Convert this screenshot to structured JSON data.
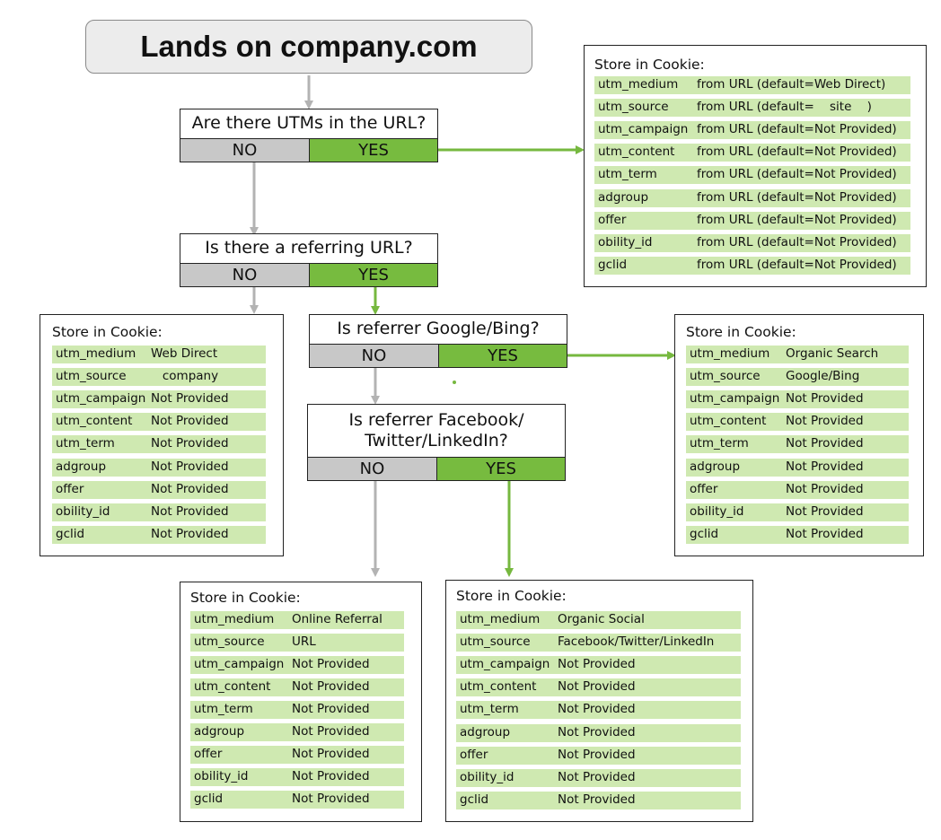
{
  "start": {
    "label": "Lands on company.com"
  },
  "questions": {
    "q1": {
      "text": "Are there UTMs in the URL?",
      "no": "NO",
      "yes": "YES"
    },
    "q2": {
      "text": "Is there a referring URL?",
      "no": "NO",
      "yes": "YES"
    },
    "q3": {
      "text": "Is referrer Google/Bing?",
      "no": "NO",
      "yes": "YES"
    },
    "q4": {
      "text": "Is referrer Facebook/ Twitter/LinkedIn?",
      "no": "NO",
      "yes": "YES"
    }
  },
  "boxes": {
    "utm_url": {
      "title": "Store in Cookie:",
      "rows": [
        {
          "key": "utm_medium",
          "value": "from URL (default=Web Direct)"
        },
        {
          "key": "utm_source",
          "value": "from URL (default=    site    )"
        },
        {
          "key": "utm_campaign",
          "value": "from URL (default=Not Provided)"
        },
        {
          "key": "utm_content",
          "value": "from URL (default=Not Provided)"
        },
        {
          "key": "utm_term",
          "value": "from URL (default=Not Provided)"
        },
        {
          "key": "adgroup",
          "value": "from URL (default=Not Provided)"
        },
        {
          "key": "offer",
          "value": "from URL (default=Not Provided)"
        },
        {
          "key": "obility_id",
          "value": "from URL (default=Not Provided)"
        },
        {
          "key": "gclid",
          "value": "from URL (default=Not Provided)"
        }
      ]
    },
    "direct": {
      "title": "Store in Cookie:",
      "rows": [
        {
          "key": "utm_medium",
          "value": "Web Direct"
        },
        {
          "key": "utm_source",
          "value": "   company"
        },
        {
          "key": "utm_campaign",
          "value": "Not Provided"
        },
        {
          "key": "utm_content",
          "value": "Not Provided"
        },
        {
          "key": "utm_term",
          "value": "Not Provided"
        },
        {
          "key": "adgroup",
          "value": "Not Provided"
        },
        {
          "key": "offer",
          "value": "Not Provided"
        },
        {
          "key": "obility_id",
          "value": "Not Provided"
        },
        {
          "key": "gclid",
          "value": "Not Provided"
        }
      ]
    },
    "organic_search": {
      "title": "Store in Cookie:",
      "rows": [
        {
          "key": "utm_medium",
          "value": "Organic Search"
        },
        {
          "key": "utm_source",
          "value": "Google/Bing"
        },
        {
          "key": "utm_campaign",
          "value": "Not Provided"
        },
        {
          "key": "utm_content",
          "value": "Not Provided"
        },
        {
          "key": "utm_term",
          "value": "Not Provided"
        },
        {
          "key": "adgroup",
          "value": "Not Provided"
        },
        {
          "key": "offer",
          "value": "Not Provided"
        },
        {
          "key": "obility_id",
          "value": "Not Provided"
        },
        {
          "key": "gclid",
          "value": "Not Provided"
        }
      ]
    },
    "online_referral": {
      "title": "Store in Cookie:",
      "rows": [
        {
          "key": "utm_medium",
          "value": "Online Referral"
        },
        {
          "key": "utm_source",
          "value": "URL"
        },
        {
          "key": "utm_campaign",
          "value": "Not Provided"
        },
        {
          "key": "utm_content",
          "value": "Not Provided"
        },
        {
          "key": "utm_term",
          "value": "Not Provided"
        },
        {
          "key": "adgroup",
          "value": "Not Provided"
        },
        {
          "key": "offer",
          "value": "Not Provided"
        },
        {
          "key": "obility_id",
          "value": "Not Provided"
        },
        {
          "key": "gclid",
          "value": "Not Provided"
        }
      ]
    },
    "organic_social": {
      "title": "Store in Cookie:",
      "rows": [
        {
          "key": "utm_medium",
          "value": "Organic Social"
        },
        {
          "key": "utm_source",
          "value": "Facebook/Twitter/LinkedIn"
        },
        {
          "key": "utm_campaign",
          "value": "Not Provided"
        },
        {
          "key": "utm_content",
          "value": "Not Provided"
        },
        {
          "key": "utm_term",
          "value": "Not Provided"
        },
        {
          "key": "adgroup",
          "value": "Not Provided"
        },
        {
          "key": "offer",
          "value": "Not Provided"
        },
        {
          "key": "obility_id",
          "value": "Not Provided"
        },
        {
          "key": "gclid",
          "value": "Not Provided"
        }
      ]
    }
  },
  "colors": {
    "yes_green": "#77bb3f",
    "no_gray": "#c8c8c8",
    "row_green": "#cfe9b1",
    "arrow_gray": "#b3b3b3",
    "arrow_green": "#76b83f"
  }
}
